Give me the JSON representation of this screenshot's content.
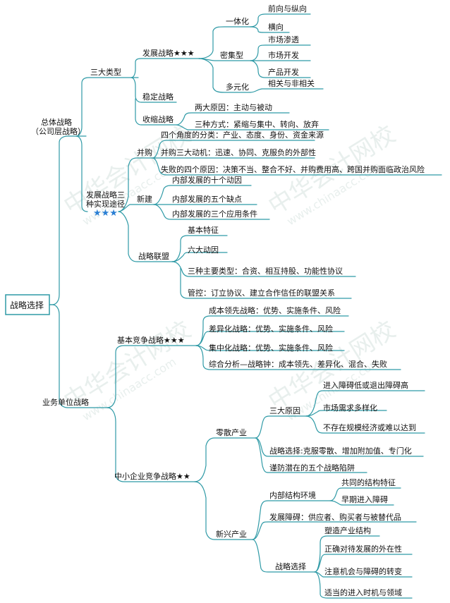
{
  "colors": {
    "line": "#2f9aa6",
    "root_border": "#2f9aa6",
    "text": "#111111",
    "star_blue": "#2a7fd4",
    "watermark": "#d6e2df"
  },
  "watermark": {
    "cn": "中华会计网校",
    "url": "www.chinaacc.com"
  },
  "root": {
    "label": "战略选择"
  },
  "corp": {
    "label_line1": "总体战略",
    "label_line2": "（公司层战略）",
    "three_types": {
      "label": "三大类型",
      "dev": {
        "label": "发展战略★★★",
        "integration": {
          "label": "一体化",
          "items": [
            "前向与纵向",
            "横向"
          ]
        },
        "intensive": {
          "label": "密集型",
          "items": [
            "市场渗透",
            "市场开发",
            "产品开发"
          ]
        },
        "diversify": {
          "label": "多元化",
          "items": [
            "相关与非相关"
          ]
        }
      },
      "stable": {
        "label": "稳定战略"
      },
      "shrink": {
        "label": "收缩战略",
        "items": [
          "两大原因：主动与被动",
          "三种方式：紧缩与集中、转向、放弃"
        ]
      }
    },
    "dev_paths": {
      "label_line1": "发展战略三",
      "label_line2": "种实现途径",
      "stars": "★★★",
      "merger": {
        "label": "并购",
        "items": [
          "四个角度的分类：产业、态度、身份、资金来源",
          "并购三大动机：迅速、协同、克服负的外部性",
          "失败的四个原因：决策不当、整合不好、并购费用高、跨国并购面临政治风险"
        ]
      },
      "newbuild": {
        "label": "新建",
        "items": [
          "内部发展的十个动因",
          "内部发展的五个缺点",
          "内部发展的三个应用条件"
        ]
      },
      "alliance": {
        "label": "战略联盟",
        "items": [
          "基本特征",
          "六大动因",
          "三种主要类型：合资、相互持股、功能性协议",
          "管控：订立协议、建立合作信任的联盟关系"
        ]
      }
    }
  },
  "biz": {
    "label": "业务单位战略",
    "basic": {
      "label": "基本竞争战略★★★",
      "items": [
        "成本领先战略：优势、实施条件、风险",
        "差异化战略：优势、实施条件、风险",
        "集中化战略：优势、实施条件、风险",
        "综合分析—战略钟：成本领先、差异化、混合、失败"
      ]
    },
    "sme": {
      "label": "中小企业竞争战略★★",
      "fragmented": {
        "label": "零散产业",
        "reasons": {
          "label": "三大原因",
          "items": [
            "进入障碍低或退出障碍高",
            "市场需求多样化",
            "不存在规模经济或难以达到"
          ]
        },
        "items": [
          "战略选择:克服零散、增加附加值、专门化",
          "谨防潜在的五个战略陷阱"
        ]
      },
      "emerging": {
        "label": "新兴产业",
        "structure": {
          "label": "内部结构环境",
          "items": [
            "共同的结构特征",
            "早期进入障碍"
          ]
        },
        "barrier": "发展障碍：供应者、购买者与被替代品",
        "choice": {
          "label": "战略选择",
          "items": [
            "塑造产业结构",
            "正确对待发展的外在性",
            "注意机会与障碍的转变",
            "适当的进入时机与领域"
          ]
        }
      }
    }
  }
}
